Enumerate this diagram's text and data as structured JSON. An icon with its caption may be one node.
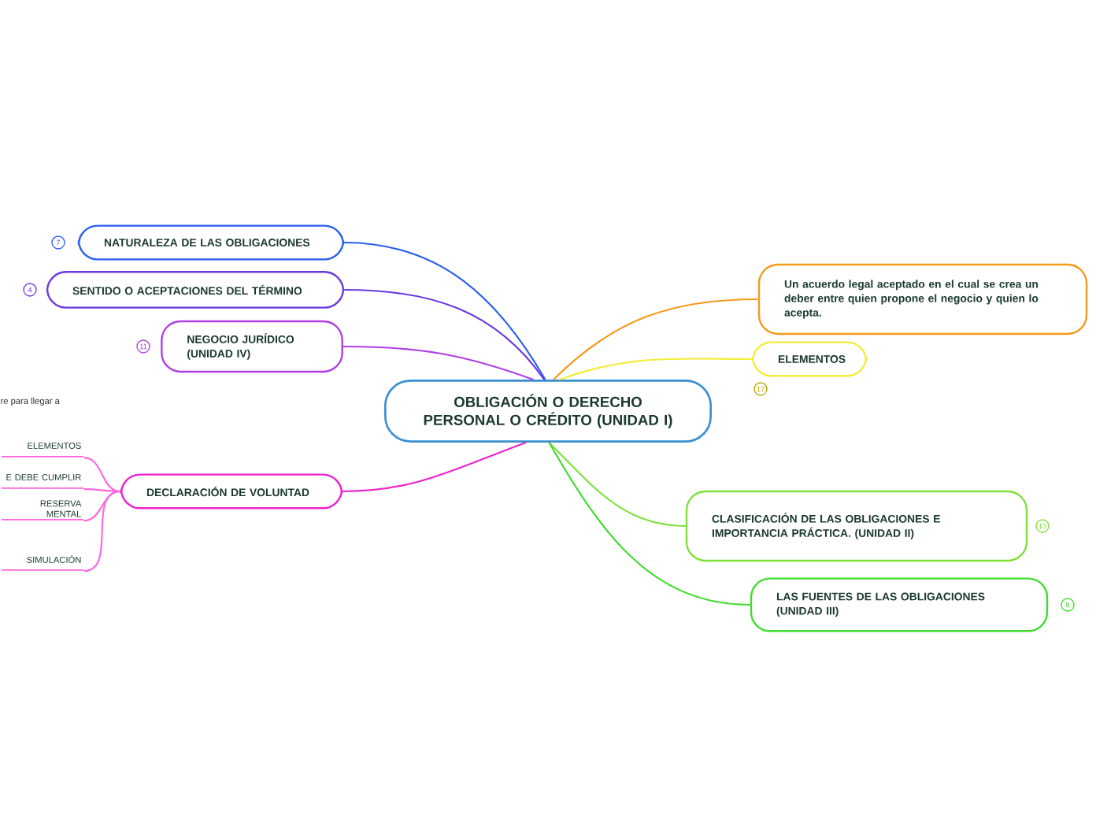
{
  "diagram": {
    "nodes": [
      {
        "text": [
          "OBLIGACIÓN O DERECHO PERSONAL O CRÉDITO (UNIDAD I)"
        ]
      },
      {
        "text": [
          "NATURALEZA DE LAS OBLIGACIONES"
        ]
      },
      {
        "text": [
          "SENTIDO O ACEPTACIONES DEL TÉRMINO"
        ]
      },
      {
        "text": [
          "NEGOCIO JURÍDICO (UNIDAD IV)"
        ]
      },
      {
        "text": [
          "DECLARACIÓN DE VOLUNTAD"
        ]
      },
      {
        "text": [
          "Un acuerdo legal aceptado en el cual se crea un deber entre quien propone el negocio y quien lo acepta."
        ]
      },
      {
        "text": [
          "ELEMENTOS"
        ]
      },
      {
        "text": [
          "CLASIFICACIÓN DE LAS OBLIGACIONES E IMPORTANCIA PRÁCTICA. (UNIDAD II)"
        ]
      },
      {
        "text": [
          "LAS FUENTES DE LAS OBLIGACIONES (UNIDAD III)"
        ]
      },
      {
        "text": [
          "ELEMENTOS"
        ]
      },
      {
        "text": [
          "E DEBE CUMPLIR"
        ]
      },
      {
        "text": [
          "RESERVA MENTAL"
        ]
      },
      {
        "text": [
          "SIMULACIÓN"
        ]
      }
    ],
    "edges": [
      {
        "from": 0,
        "to": 1,
        "arrow": "none",
        "color": "#2a5ff0"
      },
      {
        "from": 0,
        "to": 2,
        "arrow": "none",
        "color": "#6a3ae0"
      },
      {
        "from": 0,
        "to": 3,
        "arrow": "none",
        "color": "#b03ee6"
      },
      {
        "from": 0,
        "to": 4,
        "arrow": "none",
        "color": "#ee22cc"
      },
      {
        "from": 0,
        "to": 5,
        "arrow": "none",
        "color": "#f59a1a"
      },
      {
        "from": 0,
        "to": 6,
        "arrow": "none",
        "color": "#f2ee3a"
      },
      {
        "from": 0,
        "to": 7,
        "arrow": "none",
        "color": "#7ee03a"
      },
      {
        "from": 0,
        "to": 8,
        "arrow": "none",
        "color": "#3fdc2f"
      },
      {
        "from": 4,
        "to": 9,
        "arrow": "none",
        "color": "#ff66dd"
      },
      {
        "from": 4,
        "to": 10,
        "arrow": "none",
        "color": "#ff66dd"
      },
      {
        "from": 4,
        "to": 11,
        "arrow": "none",
        "color": "#ff66dd"
      },
      {
        "from": 4,
        "to": 12,
        "arrow": "none",
        "color": "#ff66dd"
      }
    ],
    "labels": [
      "7",
      "4",
      "11",
      "17",
      "re para llegar a",
      "13",
      "8"
    ]
  }
}
